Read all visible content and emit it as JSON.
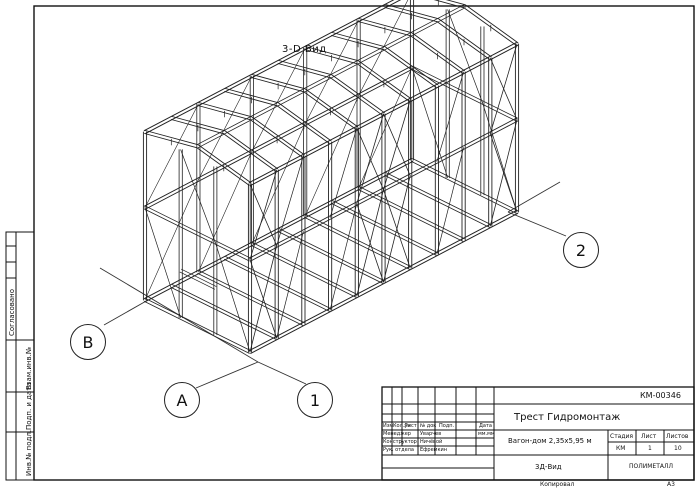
{
  "drawing": {
    "view_title": "3-D Вид",
    "axes": [
      {
        "label": "2"
      },
      {
        "label": "B"
      },
      {
        "label": "A"
      },
      {
        "label": "1"
      }
    ]
  },
  "title_block": {
    "code": "КМ-00346",
    "organization": "Трест Гидромонтаж",
    "object_name": "Вагон-дом 2,35х5,95 м",
    "sheet_name": "3Д-Вид",
    "company": "ПОЛИМЕТАЛЛ",
    "stage_label": "Стадия",
    "sheet_label": "Лист",
    "sheets_label": "Листов",
    "stage_value": "КМ",
    "sheet_value": "1",
    "sheets_value": "10",
    "header_cells": [
      "Изм.",
      "Кол.уч",
      "Лист",
      "№ док",
      "Подп.",
      "Дата"
    ],
    "roles": [
      {
        "role": "Менеджер",
        "name": "Уварчев"
      },
      {
        "role": "Конструктор",
        "name": "Ничёвой"
      },
      {
        "role": "Рук. отдела",
        "name": "Ефремкин"
      }
    ],
    "date_value": "мм.мм"
  },
  "footer": {
    "copied": "Копировал",
    "format": "А3"
  },
  "side_stamp": {
    "agreed": "Согласовано",
    "inv_orig": "Инв.№ подл.",
    "sign_date": "Подп. и дата",
    "inv_dup": "Взам.инв.№"
  }
}
